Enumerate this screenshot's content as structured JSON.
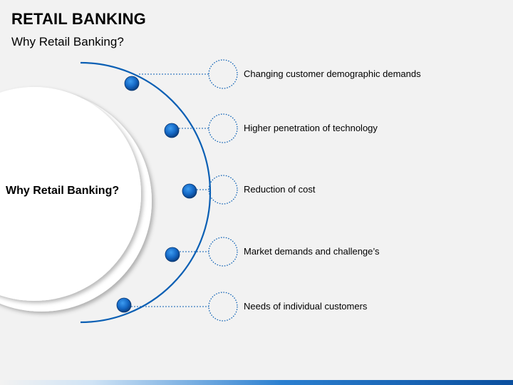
{
  "header": {
    "title": "RETAIL BANKING",
    "subtitle": "Why Retail Banking?"
  },
  "diagram": {
    "center_label": "Why Retail Banking?",
    "items": [
      {
        "label": "Changing customer demographic demands"
      },
      {
        "label": "Higher penetration of technology"
      },
      {
        "label": "Reduction of cost"
      },
      {
        "label": "Market demands and challenge’s"
      },
      {
        "label": "Needs of individual customers"
      }
    ]
  },
  "colors": {
    "arc": "#0a5fb4",
    "node_dark": "#0b4a94",
    "node_light": "#2b8be6",
    "connector": "#0a5fb4",
    "background": "#f2f2f2"
  }
}
